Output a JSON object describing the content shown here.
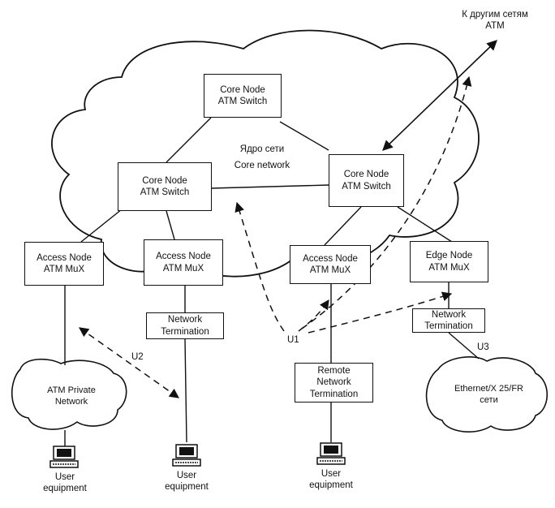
{
  "external": {
    "line1": "К другим сетям",
    "line2": "ATM"
  },
  "core_label": {
    "line1": "Ядро сети",
    "line2": "Core network"
  },
  "core_top": {
    "line1": "Core Node",
    "line2": "ATM Switch"
  },
  "core_left": {
    "line1": "Core Node",
    "line2": "ATM Switch"
  },
  "core_right": {
    "line1": "Core Node",
    "line2": "ATM Switch"
  },
  "access1": {
    "line1": "Access Node",
    "line2": "ATM MuX"
  },
  "access2": {
    "line1": "Access Node",
    "line2": "ATM MuX"
  },
  "access3": {
    "line1": "Access Node",
    "line2": "ATM MuX"
  },
  "edge": {
    "line1": "Edge Node",
    "line2": "ATM MuX"
  },
  "nt1": {
    "line1": "Network",
    "line2": "Termination"
  },
  "nt2": {
    "line1": "Network",
    "line2": "Termination"
  },
  "rnt": {
    "line1": "Remote",
    "line2": "Network",
    "line3": "Termination"
  },
  "private_net": {
    "line1": "ATM Private",
    "line2": "Network"
  },
  "ether_net": {
    "line1": "Ethernet/X 25/FR",
    "line2": "сети"
  },
  "labels": {
    "u1": "U1",
    "u2": "U2",
    "u3": "U3"
  },
  "users": [
    {
      "line1": "User",
      "line2": "equipment"
    },
    {
      "line1": "User",
      "line2": "equipment"
    },
    {
      "line1": "User",
      "line2": "equipment"
    }
  ]
}
